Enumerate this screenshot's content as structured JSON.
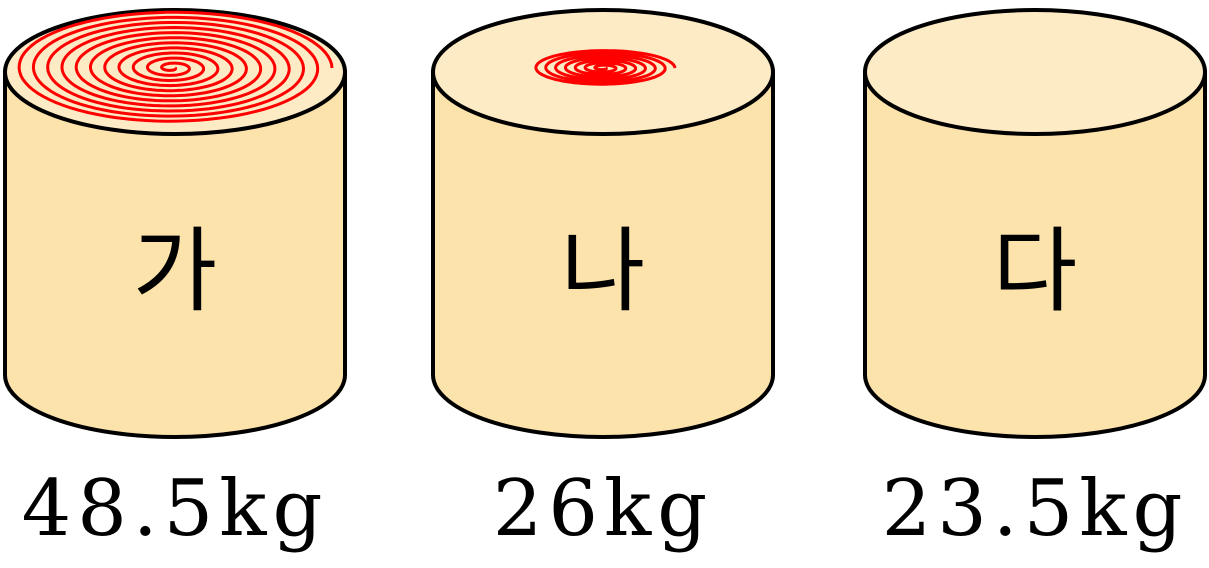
{
  "colors": {
    "body": "#fce2ab",
    "top": "#fdebc6",
    "outline": "#000000",
    "spiral": "#ff0000"
  },
  "drums": [
    {
      "label": "가",
      "weight": "48.5kg",
      "spiral": "large"
    },
    {
      "label": "나",
      "weight": "26kg",
      "spiral": "small"
    },
    {
      "label": "다",
      "weight": "23.5kg",
      "spiral": "none"
    }
  ]
}
